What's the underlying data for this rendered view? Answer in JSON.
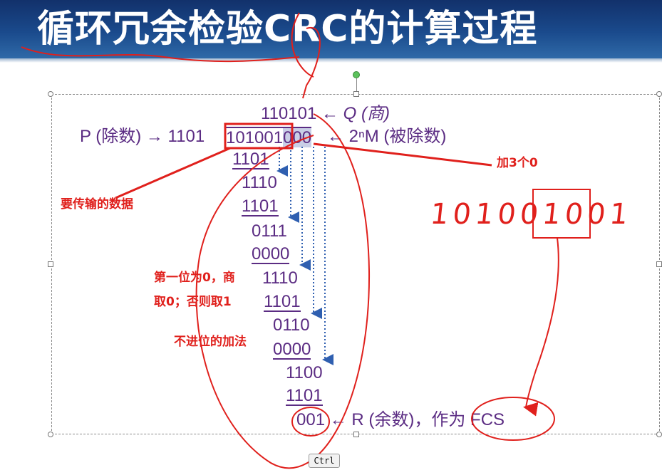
{
  "slide": {
    "title": "循环冗余检验CRC的计算过程"
  },
  "division": {
    "quotient": "110101",
    "quotient_arrow": "←",
    "quotient_label": "Q (商)",
    "divisor_label": "P (除数) → 1101",
    "dividend_data": "101001",
    "dividend_zeros": "000",
    "dividend_arrow": "←",
    "dividend_label": "2ⁿM (被除数)",
    "steps": [
      "1101",
      "1110",
      "1101",
      "0111",
      "0000",
      "1110",
      "1101",
      "0110",
      "0000",
      "1100",
      "1101"
    ],
    "remainder": "001",
    "remainder_arrow": "←",
    "remainder_label": "R (余数)，作为 FCS"
  },
  "annotations": {
    "data_to_send": "要传输的数据",
    "add_zeros": "加3个0",
    "rule_line1": "第一位为0，商",
    "rule_line2": "取0；否则取1",
    "no_carry": "不进位的加法",
    "handwritten_frame": "101001001"
  },
  "colors": {
    "banner": "#1a4a8c",
    "math_text": "#5b2c83",
    "annotation": "#e0201c",
    "highlight": "#c9cfe6",
    "dotted_arrow": "#2f5fb0"
  },
  "keyboard_hint": {
    "label": "Ctrl"
  }
}
